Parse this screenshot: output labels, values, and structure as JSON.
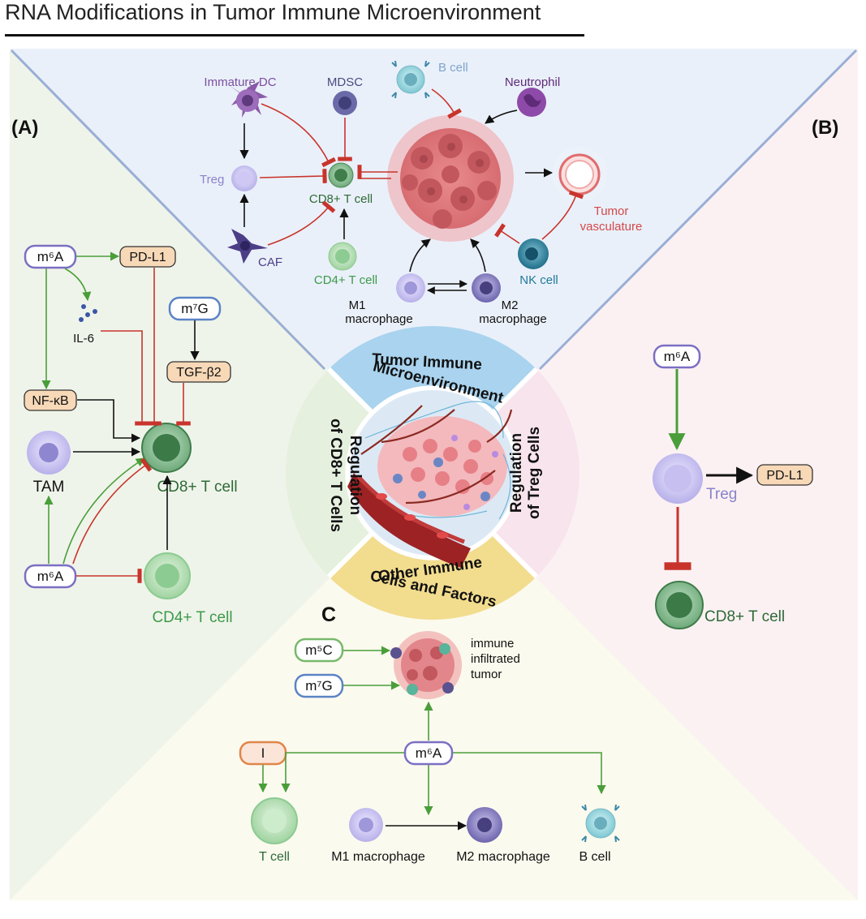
{
  "title": "RNA Modifications in Tumor Immune Microenvironment",
  "panels": {
    "a_label": "(A)",
    "b_label": "(B)",
    "c_label": "C"
  },
  "center": {
    "seg_top_1": "Tumor Immune",
    "seg_top_2": "Microenvironment",
    "seg_left_1": "Regulation",
    "seg_left_2": "of CD8+ T Cells",
    "seg_right_1": "Regulation",
    "seg_right_2": "of Treg Cells",
    "seg_bottom_1": "Other Immune",
    "seg_bottom_2": "Cells and Factors"
  },
  "top": {
    "immature_dc": "Immature DC",
    "mdsc": "MDSC",
    "b_cell": "B cell",
    "neutrophil": "Neutrophil",
    "treg": "Treg",
    "cd8": "CD8+ T cell",
    "caf": "CAF",
    "cd4": "CD4+ T cell",
    "m1_line1": "M1",
    "m1_line2": "macrophage",
    "m2_line1": "M2",
    "m2_line2": "macrophage",
    "nk": "NK cell",
    "vasc_line1": "Tumor",
    "vasc_line2": "vasculature"
  },
  "left": {
    "m6a_top": "m⁶A",
    "pdl1": "PD-L1",
    "il6": "IL-6",
    "m7g": "m⁷G",
    "tgfb2": "TGF-β2",
    "nfkb": "NF-κB",
    "tam": "TAM",
    "cd8": "CD8+ T cell",
    "m6a_bottom": "m⁶A",
    "cd4": "CD4+ T cell"
  },
  "right": {
    "m6a": "m⁶A",
    "treg": "Treg",
    "pdl1": "PD-L1",
    "cd8": "CD8+ T cell"
  },
  "bottom": {
    "m5c": "m⁵C",
    "m7g": "m⁷G",
    "tumor_line1": "immune",
    "tumor_line2": "infiltrated",
    "tumor_line3": "tumor",
    "i_box": "I",
    "m6a": "m⁶A",
    "t_cell": "T cell",
    "m1": "M1 macrophage",
    "m2": "M2 macrophage",
    "b_cell": "B cell"
  },
  "colors": {
    "green_arrow": "#4a9e3a",
    "red_inhibit": "#c8342c",
    "top_bg": "#eaf0f9",
    "left_bg": "#eff4ea",
    "right_bg": "#fbf1f3",
    "bottom_bg": "#fbfaee"
  }
}
